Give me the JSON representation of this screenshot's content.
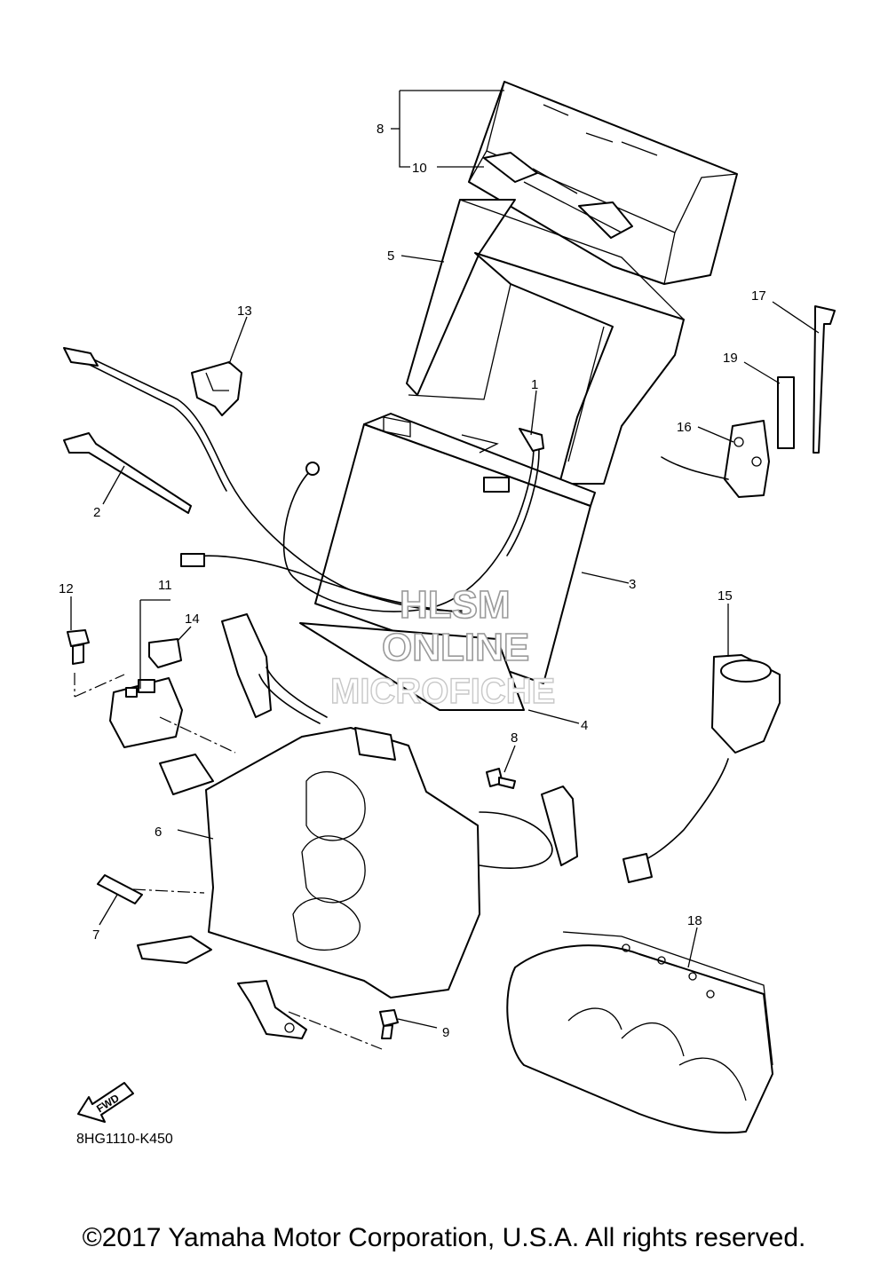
{
  "callouts": [
    "1",
    "2",
    "3",
    "4",
    "5",
    "6",
    "7",
    "8",
    "8",
    "9",
    "10",
    "11",
    "12",
    "13",
    "14",
    "15",
    "16",
    "17",
    "18",
    "19"
  ],
  "diagram_code": "8HG1110-K450",
  "fwd_label": "FWD",
  "watermark": [
    "HLSM",
    "ONLINE",
    "MICROFICHE"
  ],
  "copyright": "©2017 Yamaha Motor Corporation, U.S.A. All rights reserved."
}
